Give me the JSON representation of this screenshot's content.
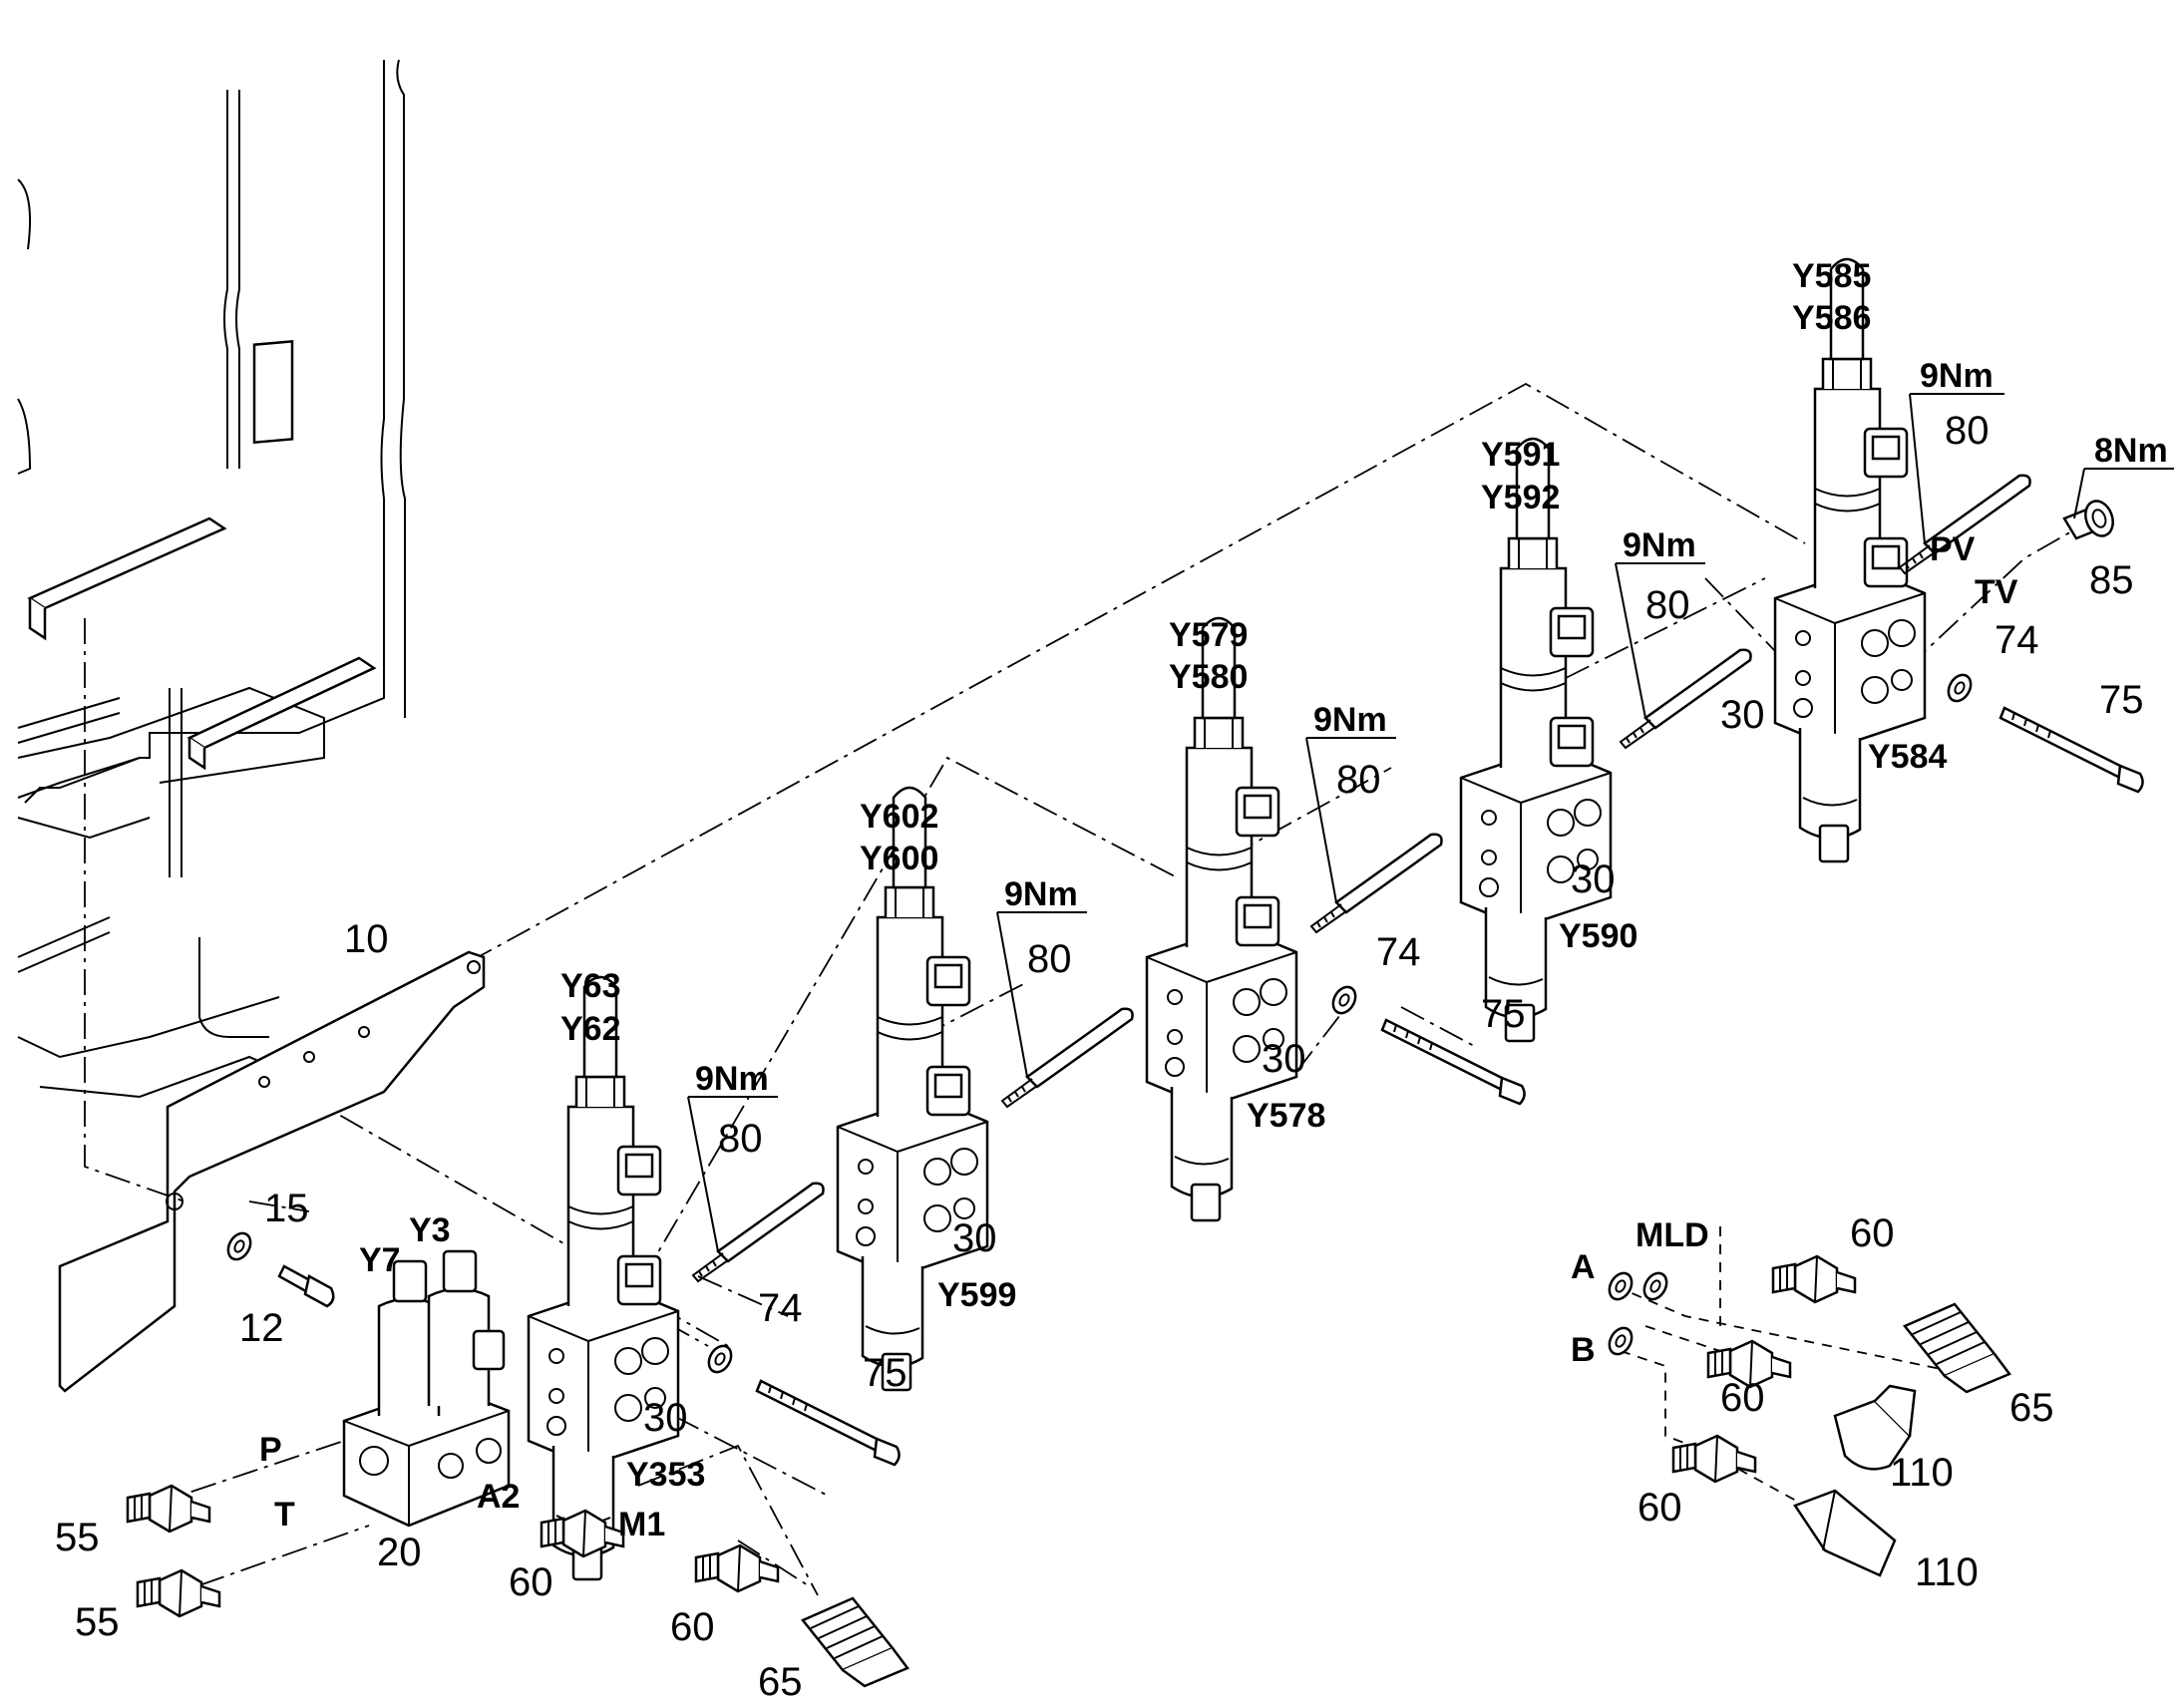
{
  "callouts": {
    "n10": "10",
    "n12": "12",
    "n15": "15",
    "n20": "20",
    "n30_a": "30",
    "n30_b": "30",
    "n30_c": "30",
    "n30_d": "30",
    "n30_e": "30",
    "n55_a": "55",
    "n55_b": "55",
    "n60_a": "60",
    "n60_b": "60",
    "n60_c": "60",
    "n60_d": "60",
    "n60_e": "60",
    "n65_a": "65",
    "n65_b": "65",
    "n74_a": "74",
    "n74_b": "74",
    "n74_c": "74",
    "n75_a": "75",
    "n75_b": "75",
    "n75_c": "75",
    "n80_a": "80",
    "n80_b": "80",
    "n80_c": "80",
    "n80_d": "80",
    "n80_e": "80",
    "n85": "85",
    "n110_a": "110",
    "n110_b": "110"
  },
  "torque": {
    "t1": "9Nm",
    "t2": "9Nm",
    "t3": "9Nm",
    "t4": "9Nm",
    "t5": "9Nm",
    "t6": "8Nm"
  },
  "solenoids": {
    "y7": "Y7",
    "y3": "Y3",
    "y63": "Y63",
    "y62": "Y62",
    "y353": "Y353",
    "y602": "Y602",
    "y600": "Y600",
    "y599": "Y599",
    "y579": "Y579",
    "y580": "Y580",
    "y578": "Y578",
    "y591": "Y591",
    "y592": "Y592",
    "y590": "Y590",
    "y585": "Y585",
    "y586": "Y586",
    "y584": "Y584"
  },
  "ports": {
    "p": "P",
    "t": "T",
    "a2": "A2",
    "m1": "M1",
    "pv": "PV",
    "tv": "TV",
    "mld": "MLD",
    "a": "A",
    "b": "B"
  }
}
